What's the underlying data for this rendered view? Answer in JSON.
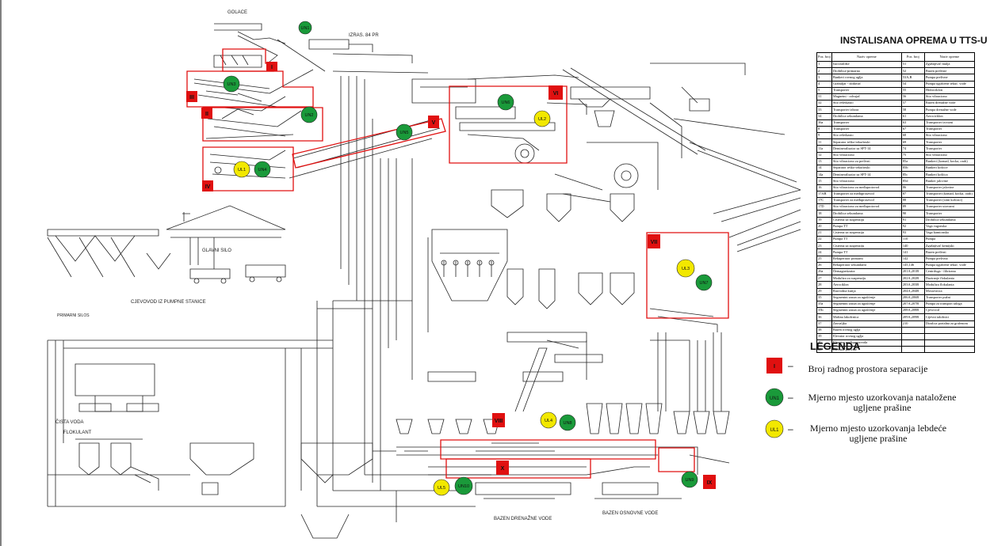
{
  "diagram": {
    "top_labels": {
      "golace": "GOLACE",
      "iz_fabrike": "IZRAS. 84 PR",
      "primarni_silos": "PRIMARNI SILOS",
      "glavni_silo": "GLAVNI SILO",
      "cjevovod": "CJEVOVOD IZ PUMPNE STANICE",
      "cista_voda": "ČISTA VODA",
      "flokulant": "FLOKULANT",
      "bazen_drenazne_vode": "BAZEN DRENAŽNE VODE",
      "rezerv": "BAZEN OSNOVNE VODE"
    },
    "work_spaces": [
      "I",
      "II",
      "III",
      "IV",
      "V",
      "VI",
      "VII",
      "VIII",
      "IX",
      "X"
    ],
    "un_points": [
      "UN1",
      "UN2",
      "UN3",
      "UN4",
      "UN5",
      "UN6",
      "UN7",
      "UN8",
      "UN9",
      "UN10"
    ],
    "ul_points": [
      "UL1",
      "UL2",
      "UL3",
      "UL4",
      "UL5"
    ]
  },
  "equipment": {
    "title": "INSTALISANA OPREMA U TTS-U",
    "headers": [
      "Poz. broj",
      "Naziv opreme",
      "Poz. broj",
      "Naziv opreme"
    ],
    "rows": [
      [
        "1",
        "Istovarilište",
        "51",
        "Zgušnjivač mulja"
      ],
      [
        "2",
        "Drobilica-primarna",
        "52",
        "Bazen prelivne"
      ],
      [
        "3",
        "Bunkeri rovnog uglja",
        "53A,B",
        "Pumpa prelivne"
      ],
      [
        "4",
        "Grabuljar - dodavač",
        "54",
        "Pumpa ugušćene tekuć. vode"
      ],
      [
        "5",
        "Transporter",
        "55",
        "Hidrociklon"
      ],
      [
        "31",
        "Magnetni - odvajač",
        "56",
        "Sito vibraciono"
      ],
      [
        "32",
        "Sito rešetkasto",
        "57",
        "Bazen drenažne vode"
      ],
      [
        "33",
        "Transporter izbora",
        "58",
        "Pumpa drenažne vode"
      ],
      [
        "34",
        "Drobilica sekundarna",
        "61",
        "Aerocicklon"
      ],
      [
        "36a",
        "Transporter",
        "63",
        "Transporter izvozni"
      ],
      [
        "8",
        "Transporter",
        "67",
        "Transporter"
      ],
      [
        "9",
        "Sito rešetkasto",
        "68",
        "Sito vibraciono"
      ],
      [
        "11",
        "Separator teško-tekućinski",
        "69",
        "Transporter"
      ],
      [
        "11a",
        "Demineralizator za SFT-14",
        "74",
        "Transporter"
      ],
      [
        "12",
        "Sito vibraciono",
        "75",
        "Sito vibraciono"
      ],
      [
        "13",
        "Sito vibraciono za prelivni",
        "85a",
        "Bunkeri (komad, kocka, orah)"
      ],
      [
        "14",
        "Separator teško-tekućinski",
        "85b",
        "Bunkeri koštice"
      ],
      [
        "14a",
        "Demineralizator za SFT-14",
        "85c",
        "Bunkeri koštica"
      ],
      [
        "15",
        "Sito vibraciono",
        "85d",
        "Bunker jalovine"
      ],
      [
        "16",
        "Sito vibraciono za međuproizvod",
        "86",
        "Transporter jalovine"
      ],
      [
        "17AB",
        "Transporter za međuproizvod",
        "87",
        "Transporter (komad, kocka, orah)"
      ],
      [
        "17C",
        "Transporter za međuproizvod",
        "88",
        "Transporter (sitni košćaci)"
      ],
      [
        "17D",
        "Sito vibraciono za međuproizvod",
        "89",
        "Transporter utovarni"
      ],
      [
        "18",
        "Drobilica sekundarna",
        "90",
        "Transporter"
      ],
      [
        "19",
        "Cisterna za suspenziju",
        "91",
        "Drobilica sekundarna"
      ],
      [
        "20",
        "Pumpa TT",
        "92",
        "Vaga vagonska"
      ],
      [
        "21",
        "Cisterna za suspenziju",
        "93",
        "Vaga kamionska"
      ],
      [
        "22",
        "Pumpa TT",
        "110",
        "Pumpa"
      ],
      [
        "23",
        "Cisterna za suspenziju",
        "140",
        "Zgušnjivač kemijski"
      ],
      [
        "24",
        "Pumpa TT",
        "141",
        "Bazen prelivni"
      ],
      [
        "25",
        "Rekuperator primarni",
        "142",
        "Pumpa prelivna"
      ],
      [
        "26",
        "Rekuperator sekundarni",
        "145,146",
        "Pumpa ugušćene tekuć. vode"
      ],
      [
        "26a",
        "Demagnetizator",
        "201A,201B",
        "Centrifuga - filtrirana"
      ],
      [
        "27",
        "Moduliza za suspenziju",
        "202A,202B",
        "Daziranje flokulanta"
      ],
      [
        "28",
        "Aerociklon",
        "203A,203B",
        "Moduliza flokulanta"
      ],
      [
        "29",
        "Razvodna kutija",
        "204A,204B",
        "Mostovnica"
      ],
      [
        "35",
        "Segmentni zasun za ugušćenje",
        "206A,206B",
        "Transporter pužni"
      ],
      [
        "35a",
        "Segmentni zasun za ugušćenje",
        "207A,207B",
        "Pumpa za transport taloga"
      ],
      [
        "35b",
        "Segmentni zasun za ugušćenje",
        "208A,208B",
        "Cjevovod"
      ],
      [
        "36",
        "Mašina lakožrnica",
        "209A,209B",
        "Cijevni taložnici"
      ],
      [
        "37",
        "Zasvaljka",
        "210",
        "Dizalica portalna za grafenom"
      ],
      [
        "38",
        "Bazen rovnog uglja",
        "",
        ""
      ],
      [
        "39",
        "Elevator rovnog uglja",
        "",
        ""
      ],
      [
        "40",
        "Elevator međuproizvoda",
        "",
        ""
      ],
      [
        "41",
        "Elevator jalovine",
        "",
        ""
      ]
    ]
  },
  "legend": {
    "title": "LEGENDA",
    "marker_work_space": "I",
    "marker_settled": "UN1",
    "marker_suspended": "UL1",
    "text_work_space": "Broj radnog prostora separacije",
    "text_settled": "Mjerno mjesto uzorkovanja nataložene ugljene prašine",
    "text_suspended": "Mjerno mjesto uzorkovanja lebdeće ugljene prašine",
    "colors": {
      "work_space": "#e01010",
      "settled": "#1a9a3a",
      "suspended": "#f2e800"
    }
  }
}
